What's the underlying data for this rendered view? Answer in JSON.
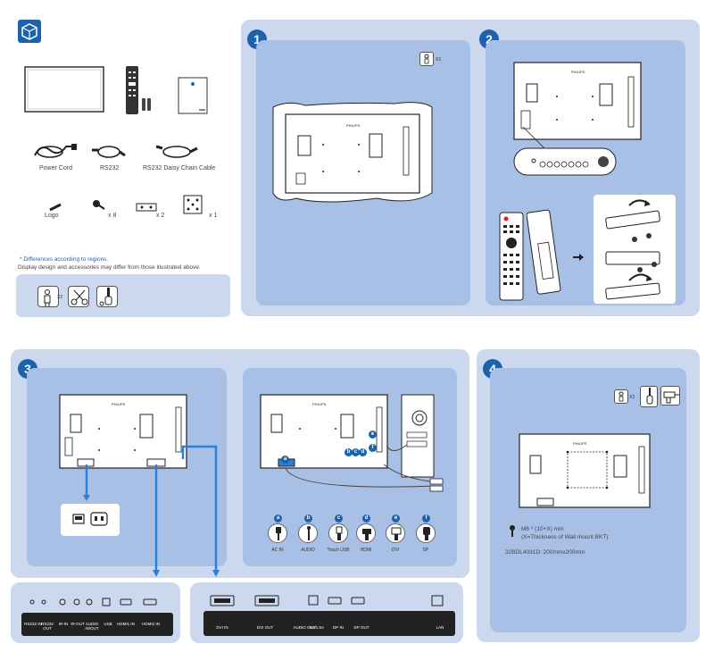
{
  "steps": {
    "s1": "1",
    "s2": "2",
    "s3": "3",
    "s4": "4"
  },
  "accessories": {
    "power_cord": "Power Cord",
    "rs232": "RS232",
    "rs232_daisy": "RS232 Daisy Chain Cable",
    "logo": "Logo",
    "screws_qty": "x 8",
    "clamp_qty": "x 2",
    "plate_qty": "x 1",
    "note_regions": "* Differences according to regions.",
    "note_display": "Display design and accessories may differ from those illustrated above.",
    "person_qty": "X2"
  },
  "step1": {
    "person_qty": "X2"
  },
  "step3": {
    "connectors": [
      {
        "letter": "a",
        "label": "AC IN"
      },
      {
        "letter": "b",
        "label": "AUDIO"
      },
      {
        "letter": "c",
        "label": "Touch USB"
      },
      {
        "letter": "d",
        "label": "HDMI"
      },
      {
        "letter": "e",
        "label": "DVI"
      },
      {
        "letter": "f",
        "label": "DP"
      }
    ],
    "port_labels_left": [
      "RS232 IN",
      "RS232 OUT",
      "IR-IN",
      "IR-OUT",
      "AUDIO IN/OUT",
      "USB",
      "HDMI1 IN",
      "HDMI2 IN"
    ],
    "port_labels_right": [
      "DVI IN",
      "DVI OUT",
      "AUDIO OUT",
      "5V/1.5A",
      "DP IN",
      "DP OUT",
      "LAN"
    ]
  },
  "step4": {
    "person_qty": "X2",
    "screw_spec": "M6 * (10+X) mm",
    "screw_note": "(X=Thickness of Wall mount BKT)",
    "vesa": "32BDL4031D: 200mmx200mm"
  },
  "brand": "PHILIPS",
  "colors": {
    "outer": "#ccd8ee",
    "inner": "#a9c0e6",
    "accent": "#1d62ad",
    "arrow": "#2b7fd6"
  }
}
